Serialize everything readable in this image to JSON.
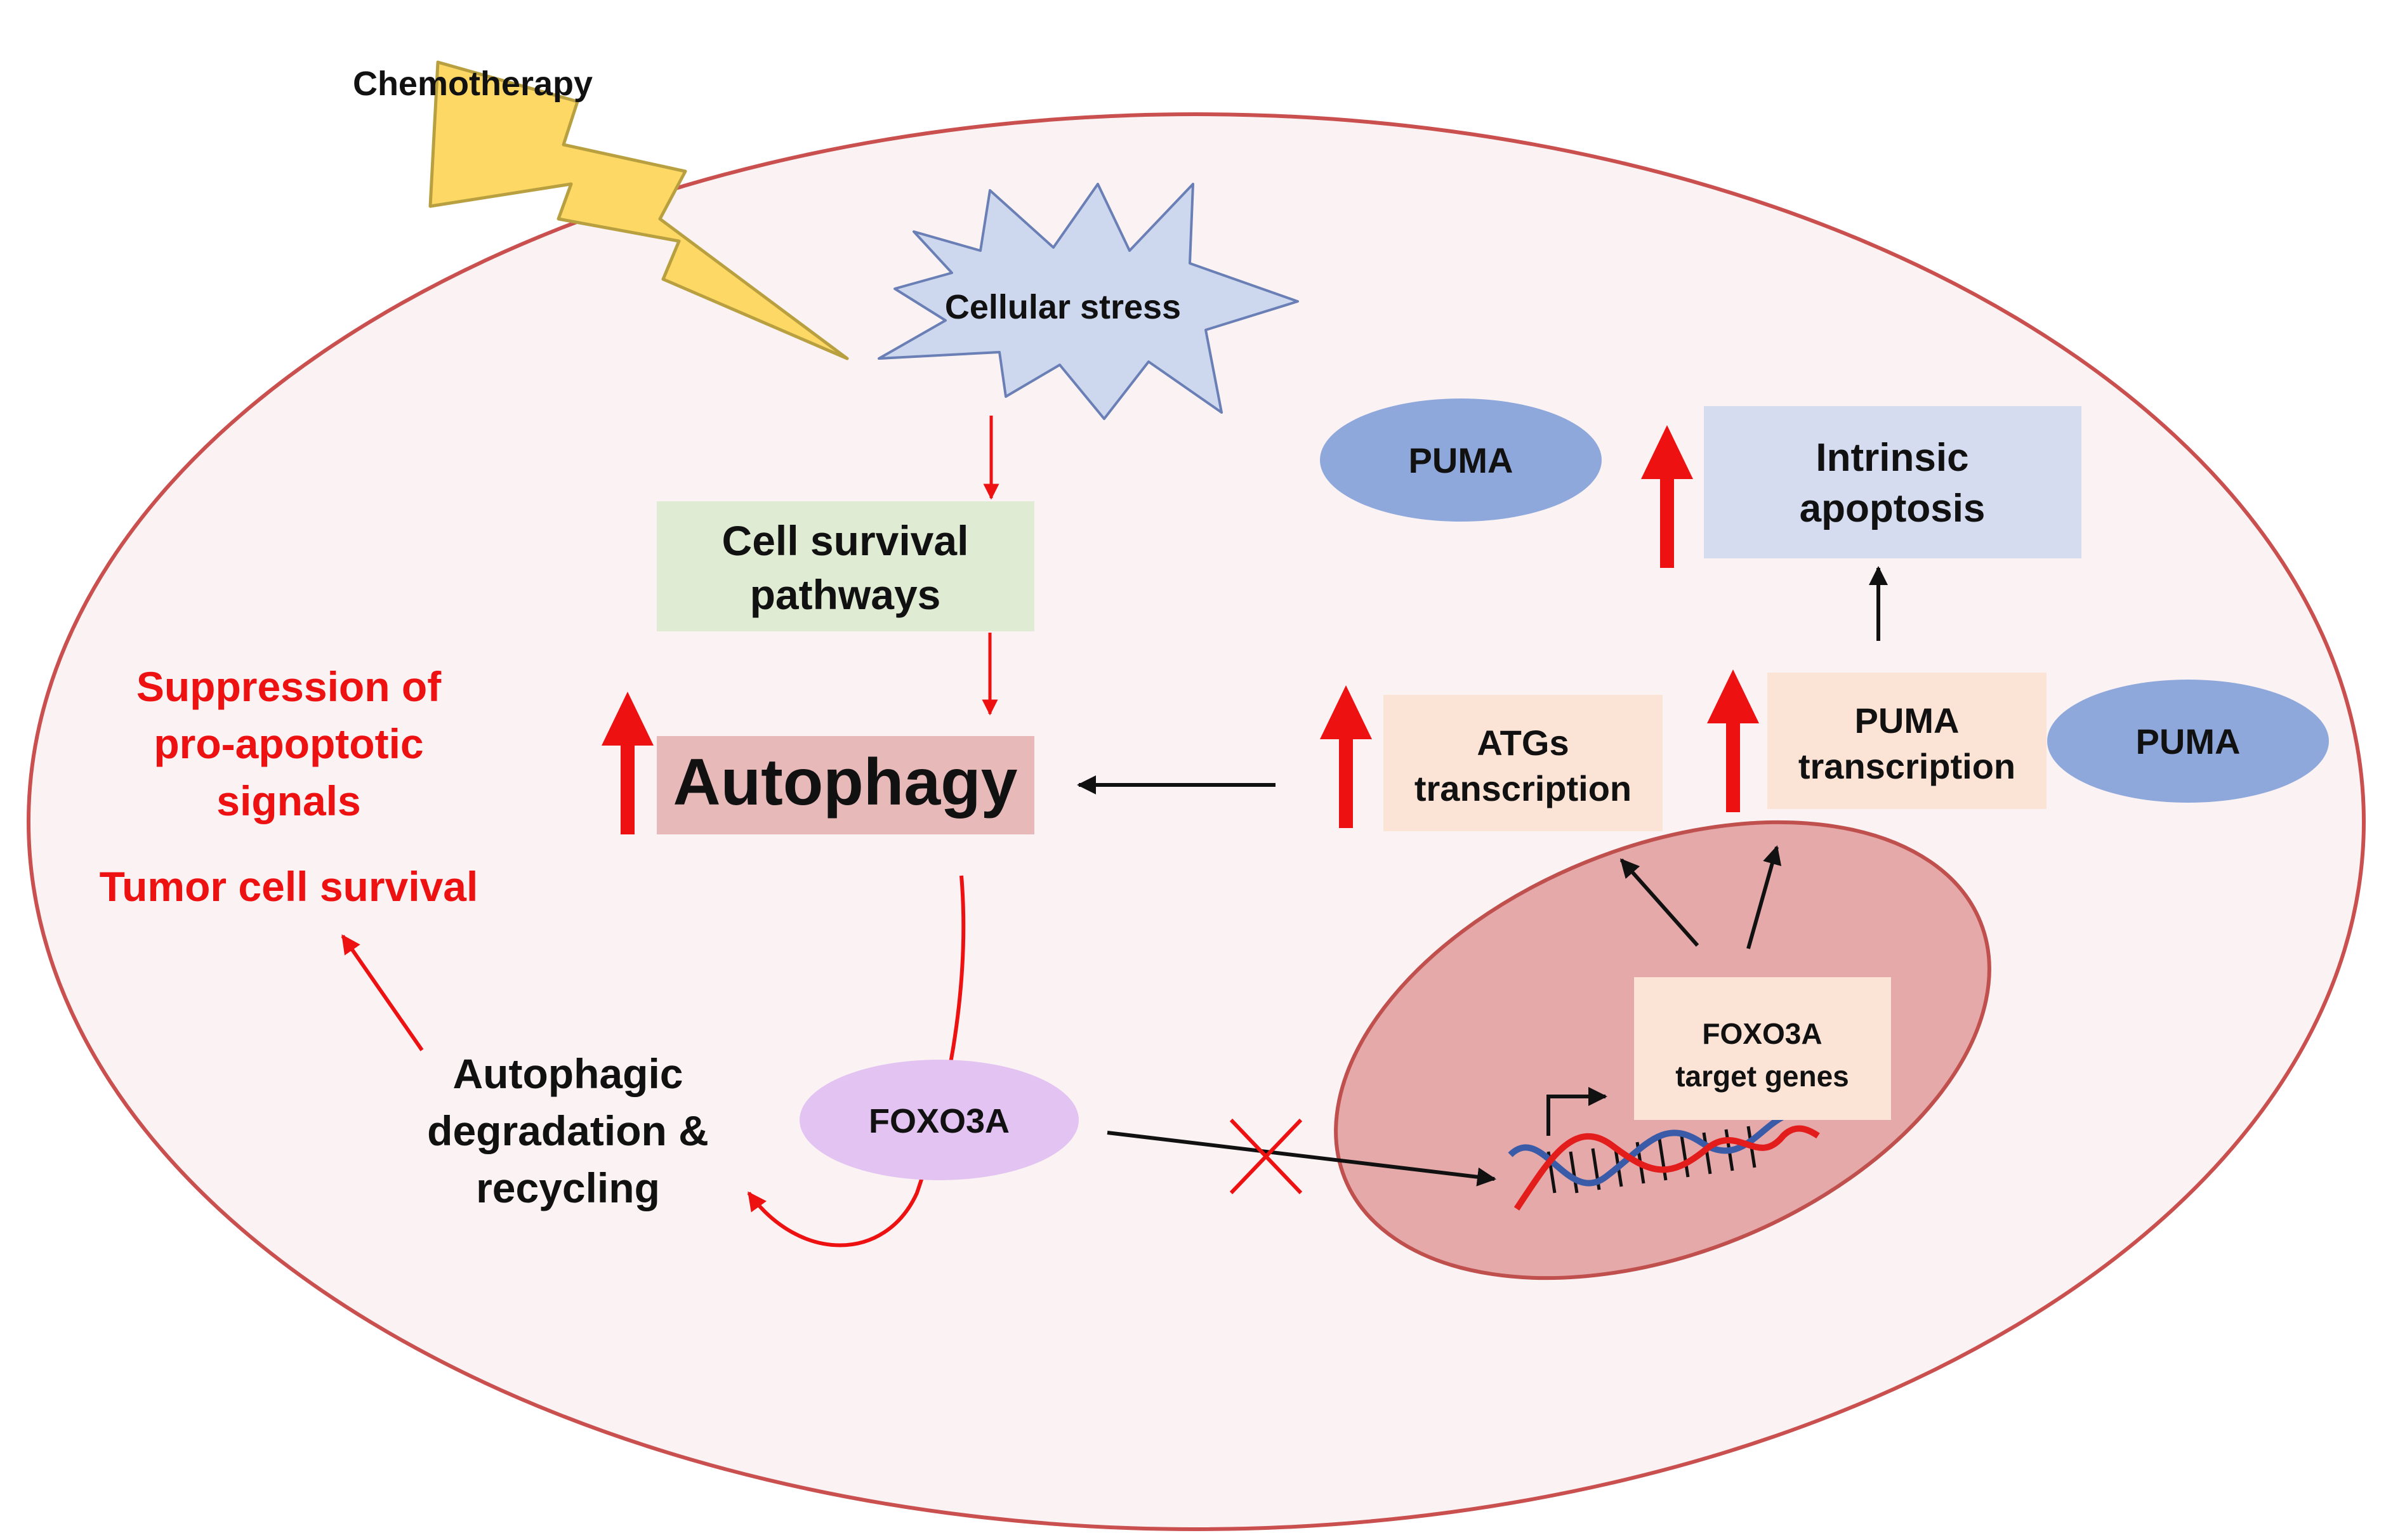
{
  "labels": {
    "chemotherapy": "Chemotherapy",
    "cellular_stress": "Cellular stress",
    "cell_survival_line1": "Cell survival",
    "cell_survival_line2": "pathways",
    "autophagy": "Autophagy",
    "suppression_line1": "Suppression of",
    "suppression_line2": "pro-apoptotic",
    "suppression_line3": "signals",
    "tumor_survival": "Tumor cell survival",
    "degradation_line1": "Autophagic",
    "degradation_line2": "degradation &",
    "degradation_line3": "recycling",
    "foxo3a": "FOXO3A",
    "puma_top": "PUMA",
    "puma_right": "PUMA",
    "intrinsic_line1": "Intrinsic",
    "intrinsic_line2": "apoptosis",
    "atgs_line1": "ATGs",
    "atgs_line2": "transcription",
    "puma_tx_line1": "PUMA",
    "puma_tx_line2": "transcription",
    "target_line1": "FOXO3A",
    "target_line2": "target genes"
  },
  "colors": {
    "cell_fill": "#fbf3f3",
    "cell_stroke": "#c9504f",
    "nucleus_fill": "#e5a9a9",
    "nucleus_stroke": "#c0504d",
    "bolt_fill": "#fdd865",
    "bolt_stroke": "#b8a040",
    "stress_fill": "#cdd7ee",
    "stress_stroke": "#6a7fb5",
    "survival_box": "#e0ebd4",
    "autophagy_box": "#e8b9b9",
    "intrinsic_box": "#d6dcf0",
    "transcription_box": "#fbe3d6",
    "puma_ellipse": "#8fa8dc",
    "foxo3a_ellipse": "#e2c3f2",
    "red": "#ee1111",
    "black": "#111111",
    "dna_blue": "#3a5ba8",
    "dna_red": "#e31c1c"
  }
}
